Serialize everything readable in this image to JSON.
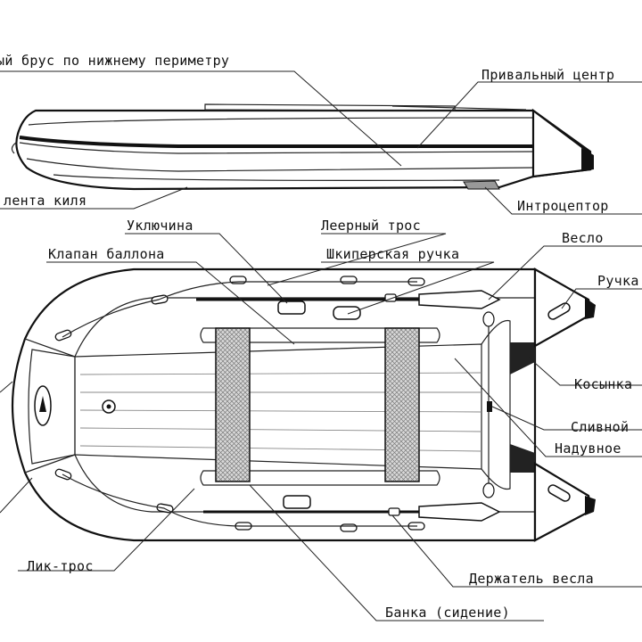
{
  "labels": {
    "top_bumper": "ый брус по нижнему периметру",
    "top_center": "Привальный центр",
    "keel_tape": "лента киля",
    "introceptor": "Интроцептор",
    "oarlock": "Уключина",
    "safety_rope": "Леерный трос",
    "valve": "Клапан баллона",
    "skipper_handle": "Шкиперская ручка",
    "oar": "Весло",
    "handle": "Ручка",
    "gusset": "Косынка",
    "drain": "Сливной",
    "inflatable": "Надувное",
    "lik_rope": "Лик-трос",
    "oar_holder": "Держатель весла",
    "bench": "Банка (сидение)"
  },
  "colors": {
    "line": "#111111",
    "seat_fill": "#c8c8c8",
    "background": "#ffffff"
  },
  "icons": [
    "sail-logo-icon"
  ]
}
